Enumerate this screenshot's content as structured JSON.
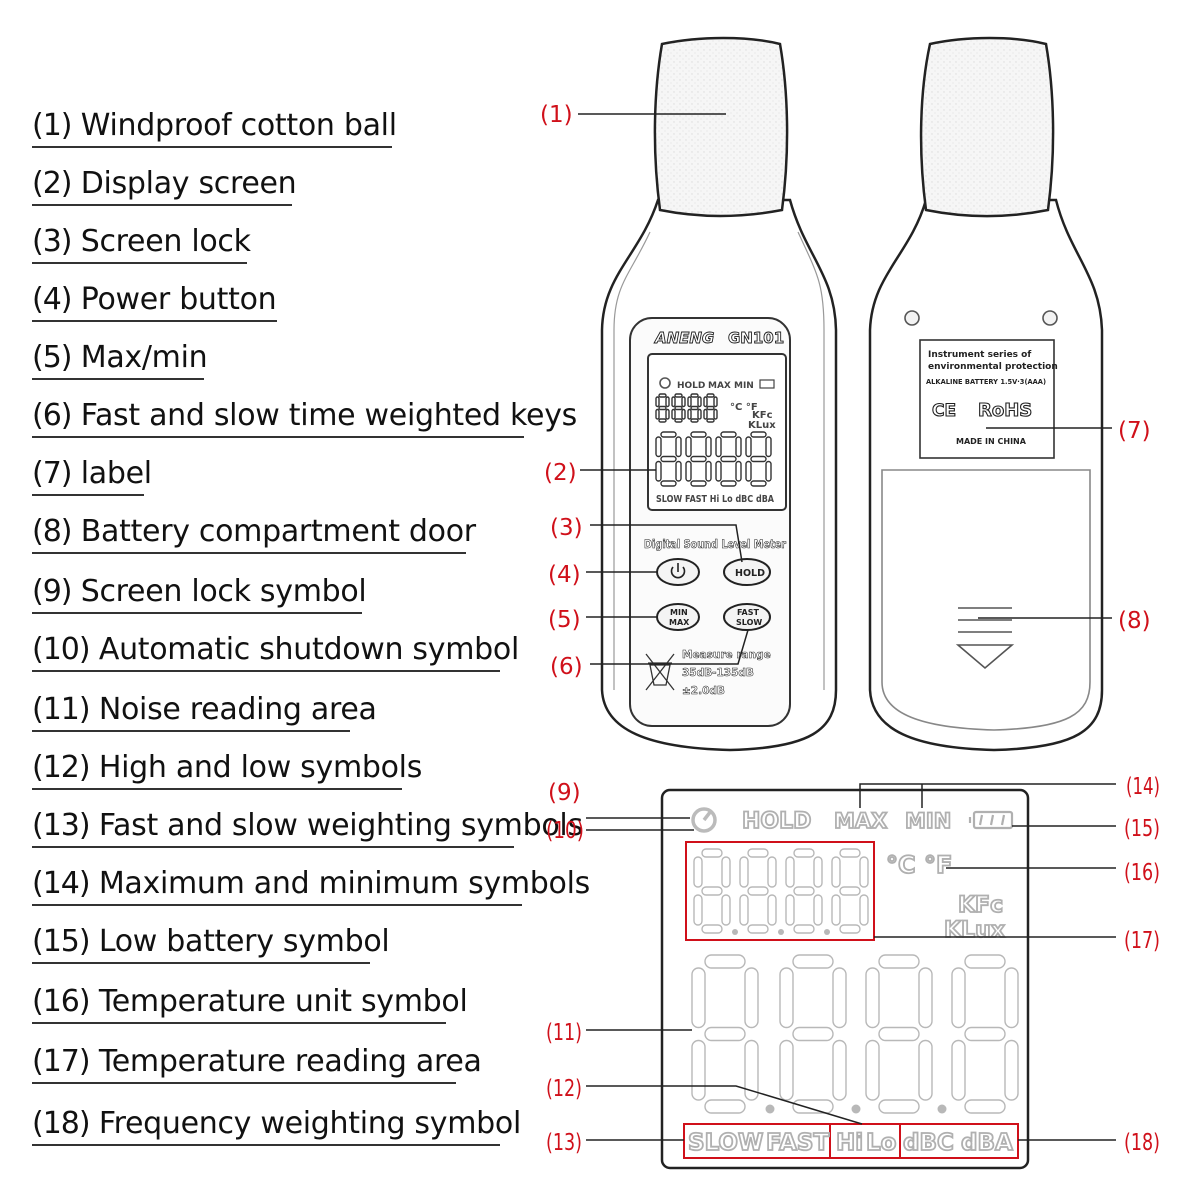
{
  "legend": [
    {
      "num": "(1)",
      "text": "Windproof cotton ball"
    },
    {
      "num": "(2)",
      "text": "Display screen"
    },
    {
      "num": "(3)",
      "text": "Screen lock"
    },
    {
      "num": "(4)",
      "text": "Power button"
    },
    {
      "num": "(5)",
      "text": "Max/min"
    },
    {
      "num": "(6)",
      "text": "Fast and slow time weighted keys"
    },
    {
      "num": "(7)",
      "text": "label"
    },
    {
      "num": "(8)",
      "text": "Battery compartment door"
    },
    {
      "num": "(9)",
      "text": "Screen lock symbol"
    },
    {
      "num": "(10)",
      "text": "Automatic shutdown symbol"
    },
    {
      "num": "(11)",
      "text": "Noise reading area"
    },
    {
      "num": "(12)",
      "text": "High and low symbols"
    },
    {
      "num": "(13)",
      "text": "Fast and slow weighting symbols"
    },
    {
      "num": "(14)",
      "text": "Maximum and minimum symbols"
    },
    {
      "num": "(15)",
      "text": "Low battery symbol"
    },
    {
      "num": "(16)",
      "text": "Temperature unit symbol"
    },
    {
      "num": "(17)",
      "text": "Temperature reading area"
    },
    {
      "num": "(18)",
      "text": "Frequency weighting symbol"
    }
  ],
  "callouts": {
    "c1": "(1)",
    "c2": "(2)",
    "c3": "(3)",
    "c4": "(4)",
    "c5": "(5)",
    "c6": "(6)",
    "c7": "(7)",
    "c8": "(8)",
    "c9": "(9)",
    "c10": "(10)",
    "c11": "(11)",
    "c12": "(12)",
    "c13": "(13)",
    "c14": "(14)",
    "c15": "(15)",
    "c16": "(16)",
    "c17": "(17)",
    "c18": "(18)"
  },
  "device_front": {
    "brand": "ANENG",
    "model": "GN101",
    "lcd_top_row": [
      "HOLD",
      "MAX",
      "MIN"
    ],
    "lcd_temp_units": "°C °F",
    "lcd_kfc": "KFc",
    "lcd_klux": "KLux",
    "lcd_bottom_row": "SLOW FAST Hi Lo dBC dBA",
    "product_name": "Digital Sound Level Meter",
    "hold_button": "HOLD",
    "minmax_button_top": "MIN",
    "minmax_button_bottom": "MAX",
    "fastslow_button_top": "FAST",
    "fastslow_button_bottom": "SLOW",
    "measure_title": "Measure range",
    "measure_range": "35dB-135dB",
    "measure_accuracy": "±2.0dB"
  },
  "device_back": {
    "label_line1": "Instrument series of",
    "label_line2": "environmental protection",
    "label_line3": "ALKALINE BATTERY 1.5V·3(AAA)",
    "ce_mark": "CE",
    "rohs_mark": "RoHS",
    "made_in": "MADE IN CHINA"
  },
  "lcd_detail": {
    "hold": "HOLD",
    "max": "MAX",
    "min": "MIN",
    "deg_c": "°C",
    "deg_f": "°F",
    "kfc": "KFc",
    "klux": "KLux",
    "slow": "SLOW",
    "fast": "FAST",
    "hi": "Hi",
    "lo": "Lo",
    "dbc": "dBC",
    "dba": "dBA"
  },
  "colors": {
    "callout": "#d0101a",
    "line": "#222222",
    "lcd_segment": "#b8b8b8"
  }
}
